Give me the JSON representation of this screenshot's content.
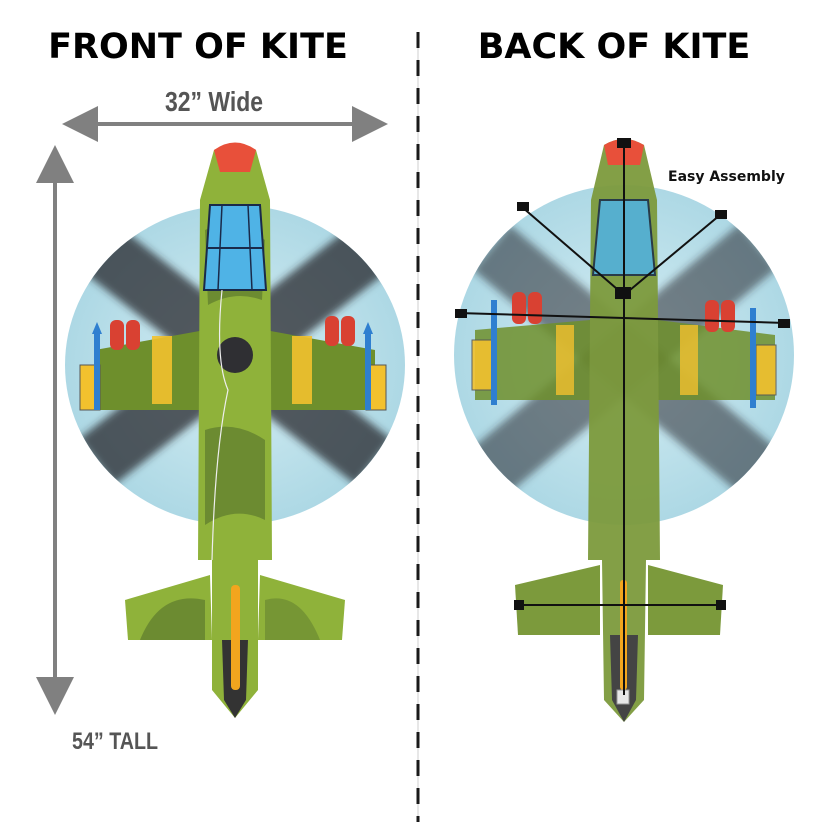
{
  "front": {
    "title": "FRONT OF KITE",
    "width_label": "32” Wide",
    "height_label": "54” TALL"
  },
  "back": {
    "title": "BACK OF KITE",
    "note": "Easy Assembly"
  },
  "colors": {
    "arrow_gray": "#808080",
    "dim_text": "#555555",
    "title_text": "#000000",
    "sky_blue": "#b9e0ea",
    "camo_light": "#9cbf3a",
    "camo_dark": "#5d7a2e",
    "nose_red": "#e8503a",
    "rotor_dark": "#2a2a2e",
    "yellow": "#f2c12e",
    "missile_blue": "#2f7fd0",
    "fuel_red": "#d94132"
  }
}
